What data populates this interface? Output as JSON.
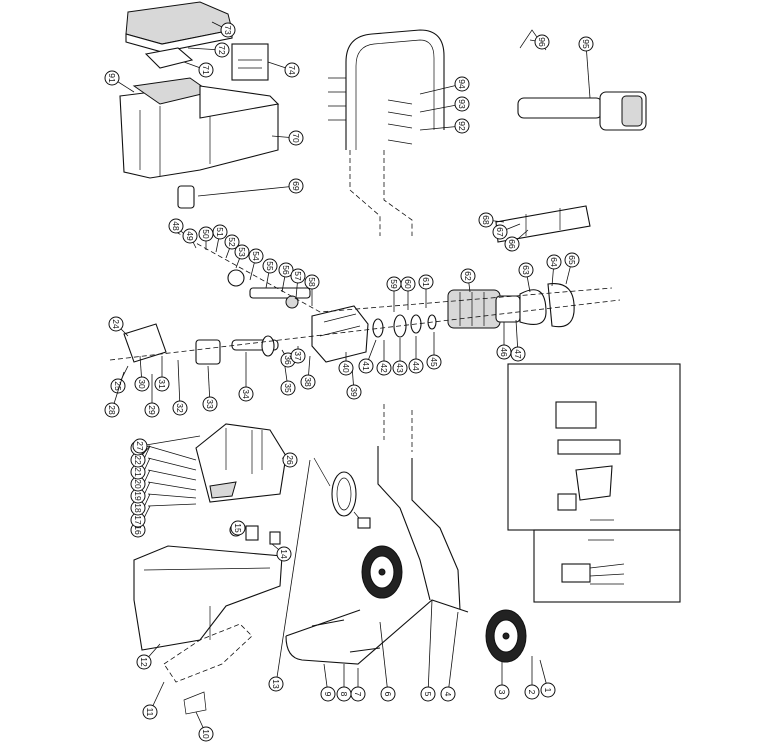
{
  "diagram": {
    "callouts": [
      "1",
      "2",
      "3",
      "4",
      "5",
      "6",
      "7",
      "8",
      "9",
      "10",
      "11",
      "12",
      "13",
      "14",
      "15",
      "16",
      "17",
      "18",
      "19",
      "20",
      "21",
      "22",
      "23",
      "24",
      "25",
      "26",
      "27",
      "28",
      "29",
      "30",
      "31",
      "32",
      "33",
      "34",
      "35",
      "36",
      "37",
      "38",
      "39",
      "40",
      "41",
      "42",
      "43",
      "44",
      "45",
      "46",
      "47",
      "48",
      "49",
      "50",
      "51",
      "52",
      "53",
      "54",
      "55",
      "56",
      "57",
      "58",
      "59",
      "60",
      "61",
      "62",
      "63",
      "64",
      "65",
      "66",
      "67",
      "68",
      "69",
      "70",
      "71",
      "72",
      "73",
      "74",
      "91",
      "92",
      "93",
      "94",
      "95",
      "96"
    ]
  }
}
